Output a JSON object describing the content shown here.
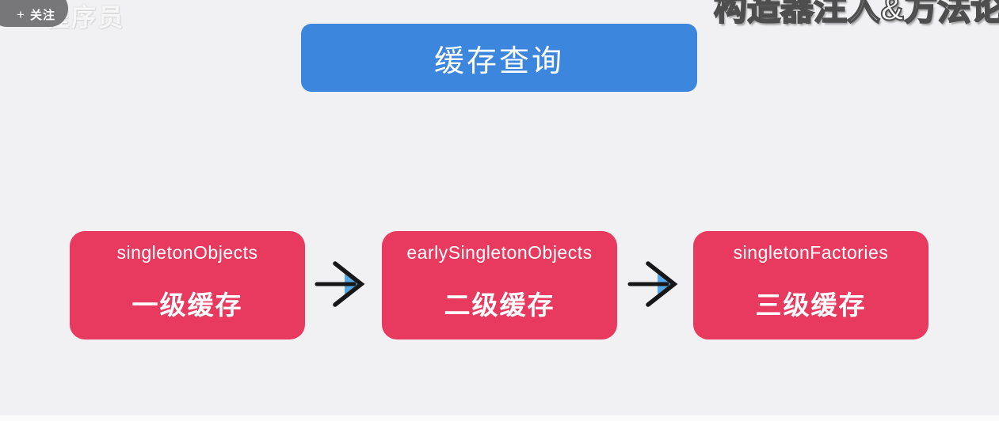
{
  "page": {
    "background_color": "#f1f0f2",
    "bottom_strip_color": "#fbfbfc"
  },
  "video_overlay": {
    "follow_button": {
      "plus_icon": "+",
      "label": "关注"
    },
    "watermark_text": "程序员",
    "clipped_title_text": "构造器注入&方法论"
  },
  "diagram": {
    "header_box": {
      "label": "缓存查询",
      "fill_color": "#3d86dd",
      "text_color": "#ffffff"
    },
    "cache_boxes": [
      {
        "code": "singletonObjects",
        "label": "一级缓存"
      },
      {
        "code": "earlySingletonObjects",
        "label": "二级缓存"
      },
      {
        "code": "singletonFactories",
        "label": "三级缓存"
      }
    ],
    "box_fill_color": "#e8395f",
    "box_text_color": "#ffffff",
    "arrow_colors": {
      "stroke": "#171717",
      "inner_triangle": "#57a8e6"
    }
  }
}
